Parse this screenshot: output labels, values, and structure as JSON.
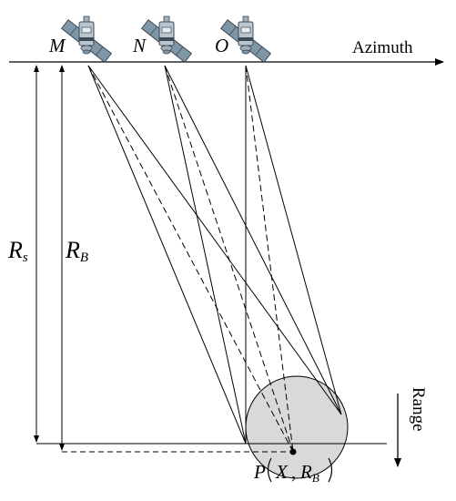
{
  "diagram": {
    "satellites": [
      {
        "id": "M",
        "label": "M"
      },
      {
        "id": "N",
        "label": "N"
      },
      {
        "id": "O",
        "label": "O"
      }
    ],
    "axis_azimuth_label": "Azimuth",
    "axis_range_label": "Range",
    "dim_rs_main": "R",
    "dim_rs_sub": "s",
    "dim_rb_main": "R",
    "dim_rb_sub": "B",
    "point_label_p": "P",
    "point_label_x": "X",
    "point_label_comma": ",",
    "point_label_r": "R",
    "point_label_rsub": "B",
    "colors": {
      "line": "#000000",
      "circle_fill": "#d9d9d9",
      "satellite_body": "#b9c6cf",
      "satellite_panel": "#7f96a6",
      "satellite_dark": "#3d4a55"
    },
    "icons": [
      "satellite-icon"
    ]
  }
}
